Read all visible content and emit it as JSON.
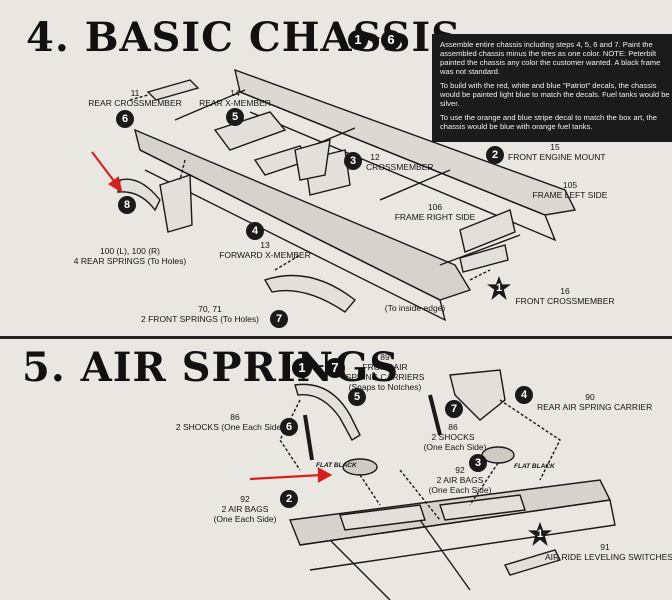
{
  "section4": {
    "number": "4.",
    "title": "BASIC CHASSIS",
    "range_start": "1",
    "range_end": "6",
    "notes": [
      "Assemble entire chassis including steps 4, 5, 6 and 7. Paint the assembled chassis minus the tires as one color. NOTE: Peterbilt painted the chassis any color the customer wanted. A black frame was not standard.",
      "To build with the red, white and blue \"Patriot\" decals, the chassis would be painted light blue to match the decals. Fuel tanks would be silver.",
      "To use the orange and blue stripe decal to match the box art, the chassis would be blue with orange fuel tanks."
    ],
    "parts": {
      "rear_crossmember": {
        "num": "11",
        "name": "REAR CROSSMEMBER",
        "step": "6"
      },
      "rear_x_member": {
        "num": "14",
        "name": "REAR X-MEMBER",
        "step": "5"
      },
      "rear_springs": {
        "num": "100 (L), 100 (R)",
        "name": "4 REAR SPRINGS (To Holes)",
        "step": "8"
      },
      "forward_x_member": {
        "num": "13",
        "name": "FORWARD X-MEMBER",
        "step": "4"
      },
      "crossmember": {
        "num": "12",
        "name": "CROSSMEMBER",
        "step": "3"
      },
      "frame_right": {
        "num": "106",
        "name": "FRAME RIGHT SIDE"
      },
      "front_engine_mount": {
        "num": "15",
        "name": "FRONT ENGINE MOUNT",
        "step": "2"
      },
      "frame_left": {
        "num": "105",
        "name": "FRAME LEFT SIDE"
      },
      "front_springs": {
        "num": "70, 71",
        "name": "2 FRONT SPRINGS (To Holes)",
        "step": "7"
      },
      "inside_edge": "(To inside edge)",
      "front_crossmember": {
        "num": "16",
        "name": "FRONT CROSSMEMBER",
        "step": "1"
      }
    }
  },
  "section5": {
    "number": "5.",
    "title": "AIR SPRINGS",
    "range_start": "1",
    "range_end": "7",
    "parts": {
      "front_air_carriers": {
        "num": "89",
        "name": "FRONT AIR",
        "name2": "SPRING CARRIERS",
        "note": "(Snaps to Notches)",
        "step": "5"
      },
      "shocks_left": {
        "num": "86",
        "name": "2 SHOCKS (One Each Side)",
        "step": "6"
      },
      "shocks_right": {
        "num": "86",
        "name": "2 SHOCKS",
        "note": "(One Each Side)",
        "step": "7"
      },
      "rear_air_carrier": {
        "num": "90",
        "name": "REAR AIR SPRING CARRIER",
        "step": "4"
      },
      "air_bags_right": {
        "num": "92",
        "name": "2 AIR BAGS",
        "note": "(One Each Side)",
        "step": "3"
      },
      "air_bags_left": {
        "num": "92",
        "name": "2 AIR BAGS",
        "note": "(One Each Side)",
        "step": "2"
      },
      "leveling_switches": {
        "num": "91",
        "name": "AIR RIDE LEVELING SWITCHES",
        "step": "1"
      },
      "flat_black": "FLAT BLACK"
    }
  }
}
